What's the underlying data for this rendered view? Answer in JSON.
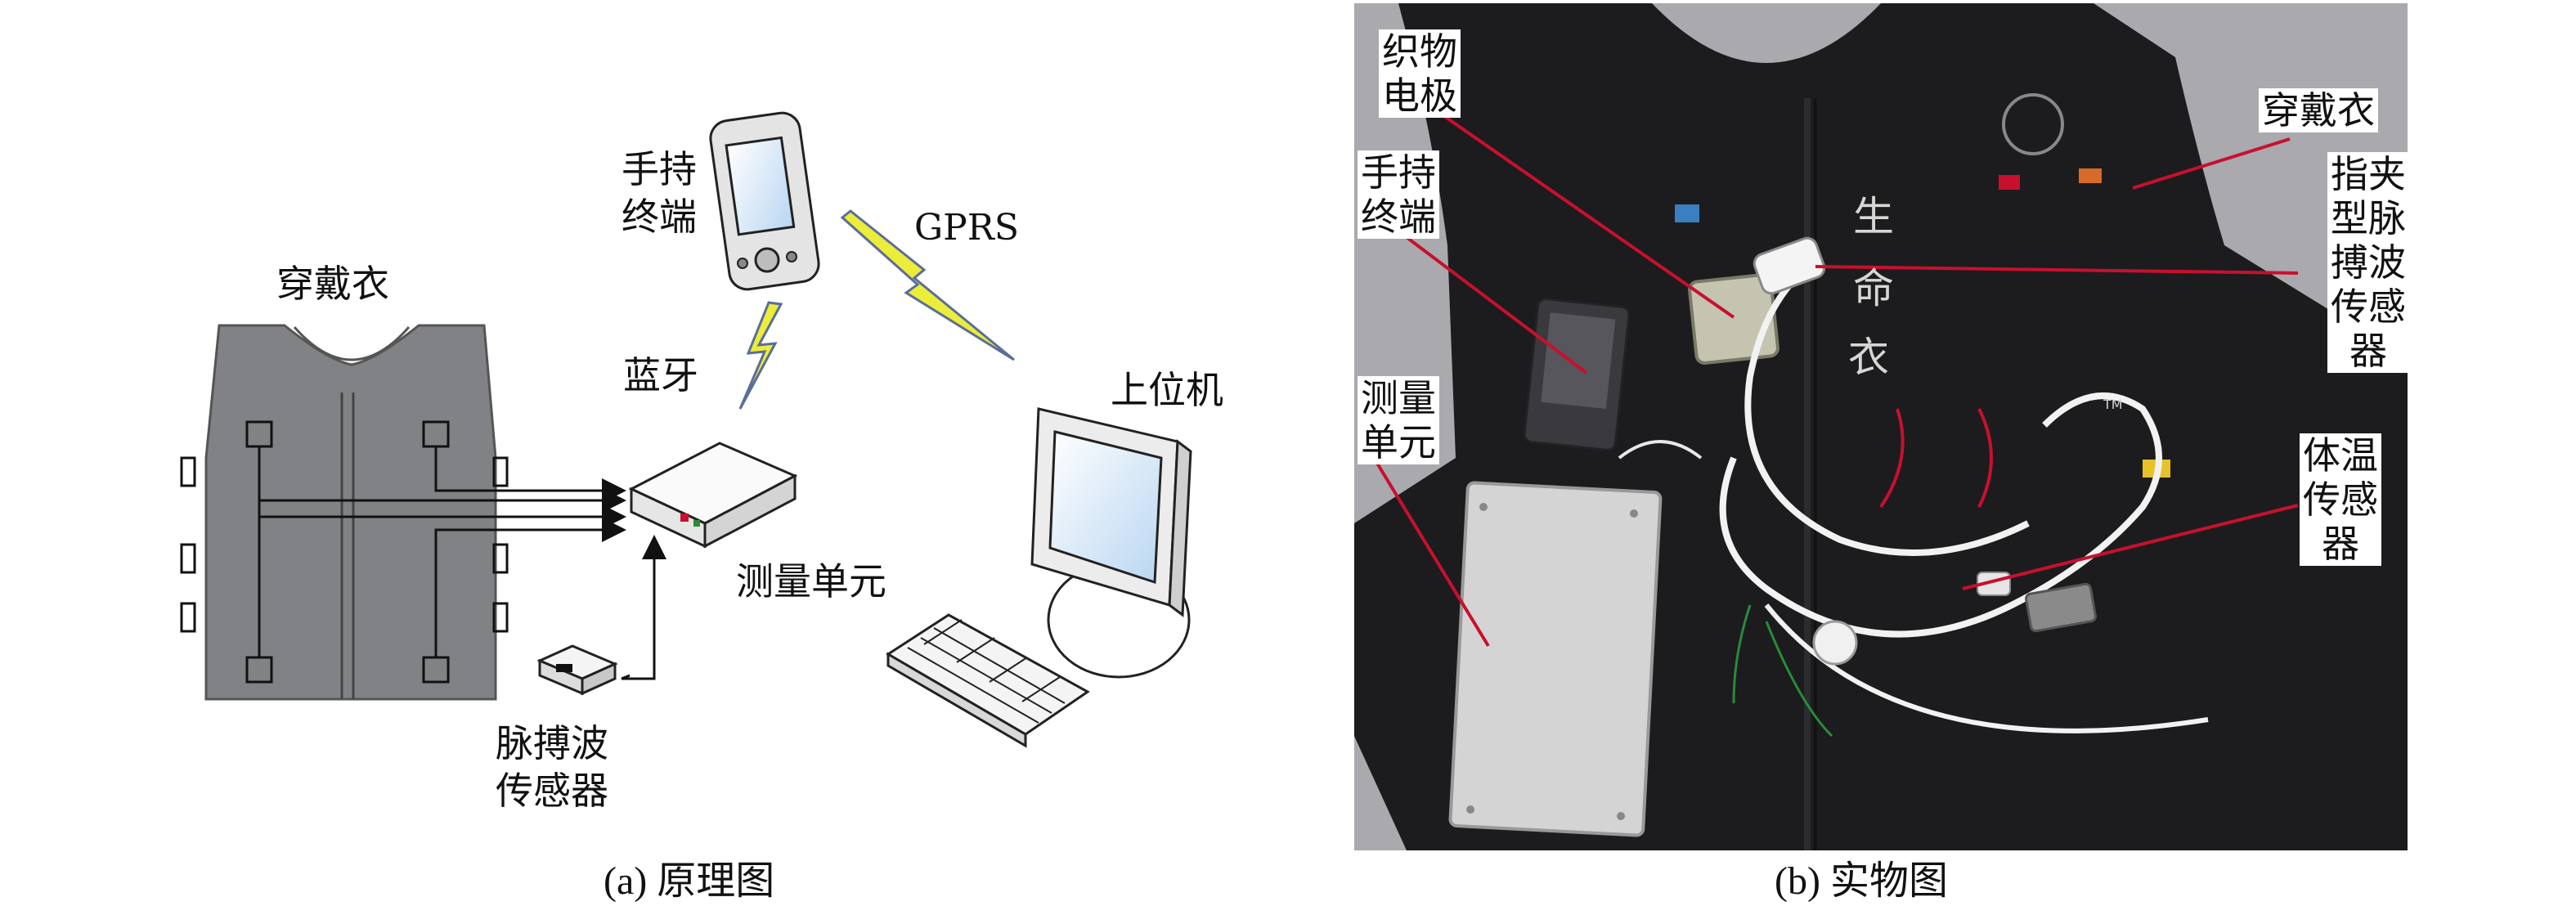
{
  "panel_a": {
    "caption": "(a) 原理图",
    "labels": {
      "vest": "穿戴衣",
      "handheld": "手持\n终端",
      "gprs": "GPRS",
      "bluetooth": "蓝牙",
      "host": "上位机",
      "measure": "测量单元",
      "pulse_sensor": "脉搏波\n传感器"
    }
  },
  "panel_b": {
    "caption": "(b) 实物图",
    "labels": {
      "fabric_electrode": "织物\n电极",
      "handheld": "手持\n终端",
      "measure": "测量\n单元",
      "vest": "穿戴衣",
      "finger_clip": "指夹\n型脉\n搏波\n传感\n器",
      "temp_sensor": "体温\n传感\n器"
    },
    "vest_print": [
      "生",
      "命",
      "衣"
    ],
    "tm_mark": "TM"
  },
  "colors": {
    "vest_gray": "#808285",
    "leader_red": "#c8102e",
    "lightning_yellow": "#ecec3a",
    "photo_dark": "#1c1c1e",
    "photo_bg": "#a9a9ae"
  }
}
